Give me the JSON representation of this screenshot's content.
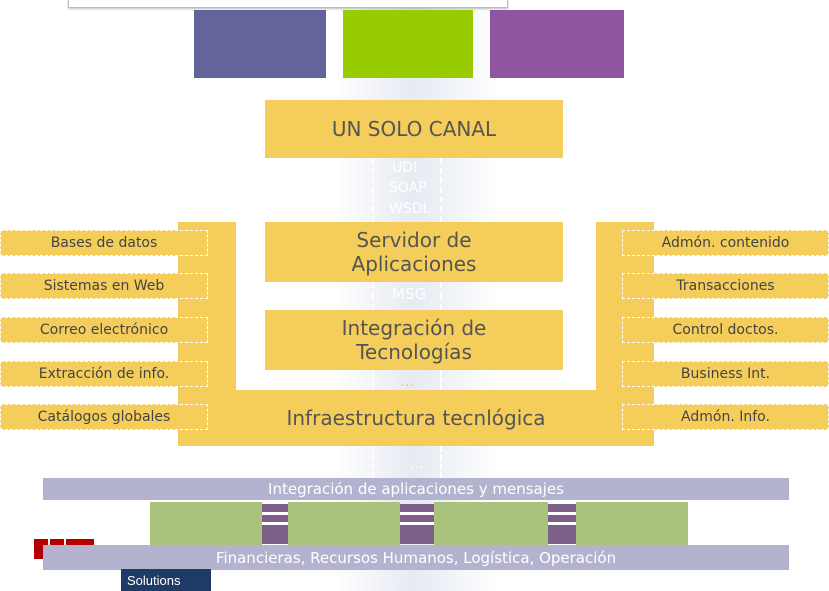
{
  "top_colors": [
    "#63649a",
    "#99cc00",
    "#8f55a0"
  ],
  "accent_colors": {
    "yellow": "#f5cd5a",
    "purple_bar": "#b3b3cf",
    "green": "#a9c27c",
    "connector": "#7e5f8a"
  },
  "center": {
    "canal": "UN SOLO CANAL",
    "protocols": [
      "UDI",
      "SOAP",
      "WSDL"
    ],
    "servidor": "Servidor de Aplicaciones",
    "msg": "MSG",
    "integracion": "Integración de Tecnologías",
    "dots1": "…",
    "infra": "Infraestructura tecnlógica",
    "dots2": "…"
  },
  "left_items": [
    "Bases de datos",
    "Sistemas en Web",
    "Correo electrónico",
    "Extracción de info.",
    "Catálogos globales"
  ],
  "right_items": [
    "Admón. contenido",
    "Transacciones",
    "Control doctos.",
    "Business Int.",
    "Admón. Info."
  ],
  "bottom": {
    "integracion_bar": "Integración de aplicaciones y mensajes",
    "areas_bar": "Financieras, Recursos Humanos, Logística, Operación"
  },
  "logo": {
    "solutions": "Solutions"
  }
}
